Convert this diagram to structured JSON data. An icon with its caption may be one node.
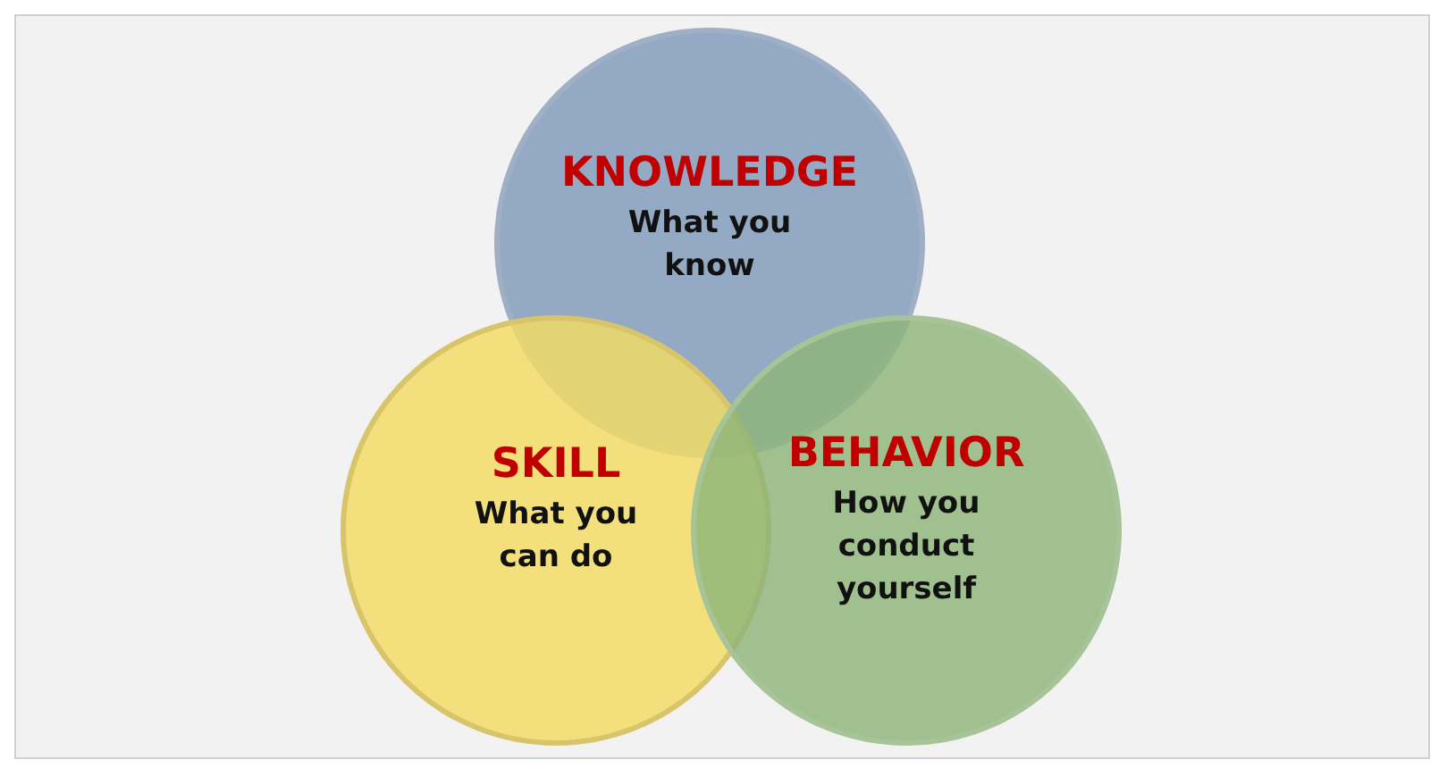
{
  "diagram": {
    "nodes": [
      {
        "text": [
          "KNOWLEDGE",
          "What you know"
        ]
      },
      {
        "text": [
          "SKILL",
          "What you can do"
        ]
      },
      {
        "text": [
          "BEHAVIOR",
          "How you conduct yourself"
        ]
      }
    ],
    "edges": []
  }
}
